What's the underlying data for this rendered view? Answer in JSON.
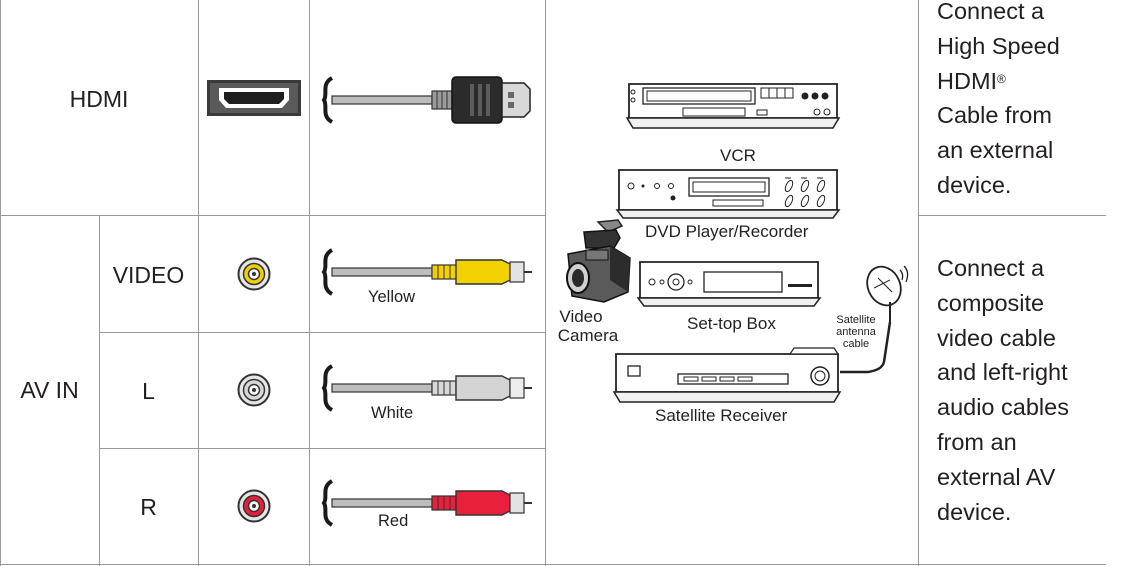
{
  "hdmi": {
    "label": "HDMI",
    "desc_lines": [
      "Connect a",
      "High Speed",
      "HDMI",
      "Cable from",
      "an external",
      "device."
    ],
    "registered_mark": "®"
  },
  "av_in": {
    "label": "AV IN",
    "video": {
      "label": "VIDEO",
      "cable_label": "Yellow",
      "color": "#f3d100"
    },
    "left": {
      "label": "L",
      "cable_label": "White",
      "color": "#d4d4d4"
    },
    "right": {
      "label": "R",
      "cable_label": "Red",
      "color": "#e8203c"
    },
    "desc_lines": [
      "Connect a",
      "composite",
      "video cable",
      "and left-right",
      "audio cables",
      "from an",
      "external AV",
      "device."
    ]
  },
  "devices": {
    "vcr": "VCR",
    "dvd": "DVD Player/Recorder",
    "settop": "Set-top Box",
    "camera_line1": "Video",
    "camera_line2": "Camera",
    "satellite_receiver": "Satellite Receiver",
    "antenna_line1": "Satellite",
    "antenna_line2": "antenna",
    "antenna_line3": "cable"
  }
}
